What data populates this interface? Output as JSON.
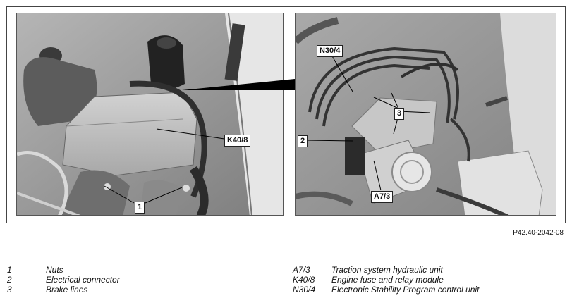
{
  "figure": {
    "image_id": "P42.40-2042-08",
    "callouts": {
      "k40_8": "K40/8",
      "n1": "1",
      "n30_4": "N30/4",
      "n3": "3",
      "n2": "2",
      "a7_3": "A7/3"
    }
  },
  "legend": {
    "left": [
      {
        "code": "1",
        "desc": "Nuts"
      },
      {
        "code": "2",
        "desc": "Electrical connector"
      },
      {
        "code": "3",
        "desc": "Brake lines"
      }
    ],
    "right": [
      {
        "code": "A7/3",
        "desc": "Traction system hydraulic unit"
      },
      {
        "code": "K40/8",
        "desc": "Engine fuse and relay module"
      },
      {
        "code": "N30/4",
        "desc": "Electronic Stability Program control unit"
      }
    ]
  }
}
